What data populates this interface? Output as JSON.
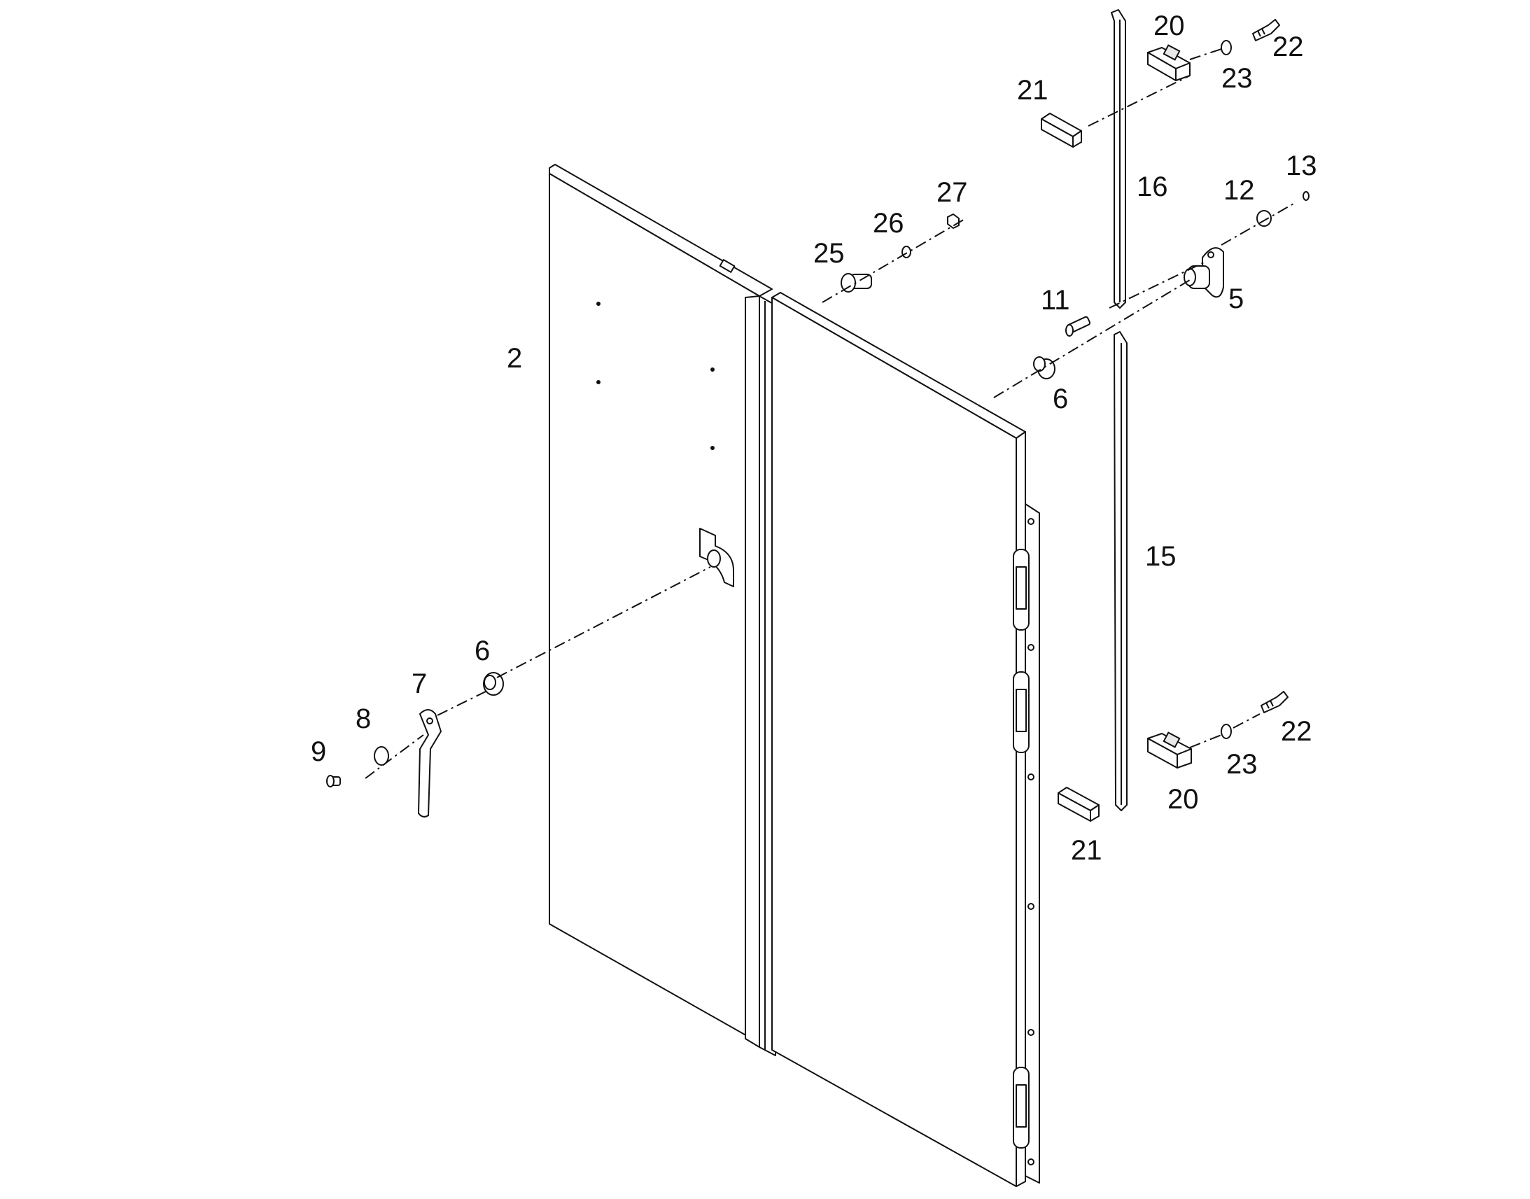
{
  "callouts": [
    {
      "key": "c2",
      "text": "2"
    },
    {
      "key": "c5",
      "text": "5"
    },
    {
      "key": "c6a",
      "text": "6"
    },
    {
      "key": "c6b",
      "text": "6"
    },
    {
      "key": "c7",
      "text": "7"
    },
    {
      "key": "c8",
      "text": "8"
    },
    {
      "key": "c9",
      "text": "9"
    },
    {
      "key": "c11",
      "text": "11"
    },
    {
      "key": "c12",
      "text": "12"
    },
    {
      "key": "c13",
      "text": "13"
    },
    {
      "key": "c15",
      "text": "15"
    },
    {
      "key": "c16",
      "text": "16"
    },
    {
      "key": "c20a",
      "text": "20"
    },
    {
      "key": "c20b",
      "text": "20"
    },
    {
      "key": "c21a",
      "text": "21"
    },
    {
      "key": "c21b",
      "text": "21"
    },
    {
      "key": "c22a",
      "text": "22"
    },
    {
      "key": "c22b",
      "text": "22"
    },
    {
      "key": "c23a",
      "text": "23"
    },
    {
      "key": "c23b",
      "text": "23"
    },
    {
      "key": "c25",
      "text": "25"
    },
    {
      "key": "c26",
      "text": "26"
    },
    {
      "key": "c27",
      "text": "27"
    }
  ]
}
